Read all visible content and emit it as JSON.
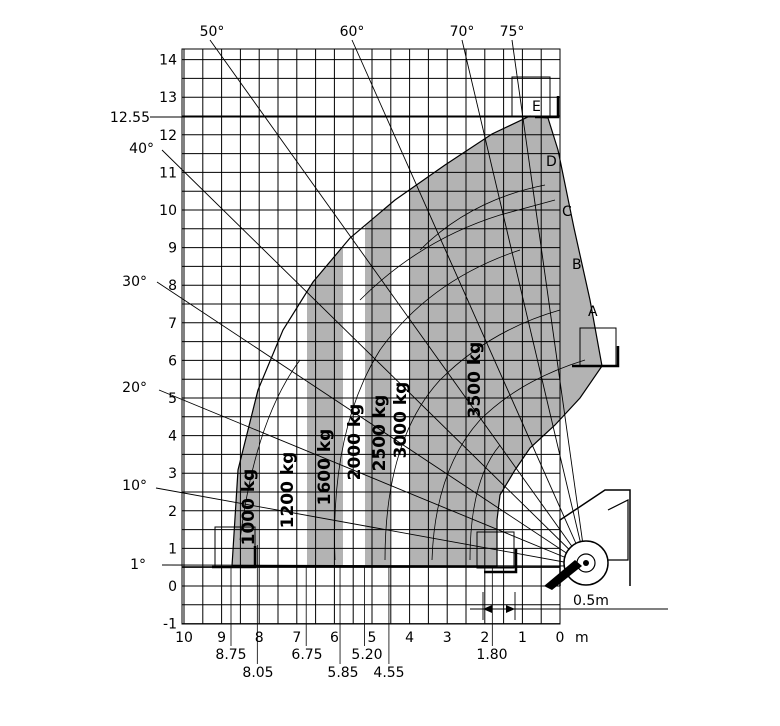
{
  "chart_data": {
    "type": "load-chart",
    "axes": {
      "x": {
        "range": [
          10,
          0
        ],
        "tick_labels": [
          "10",
          "9",
          "8",
          "7",
          "6",
          "5",
          "4",
          "3",
          "2",
          "1",
          "0"
        ],
        "unit": "m"
      },
      "y": {
        "range": [
          -1,
          14
        ],
        "tick_labels": [
          "-1",
          "0",
          "1",
          "2",
          "3",
          "4",
          "5",
          "6",
          "7",
          "8",
          "9",
          "10",
          "11",
          "12",
          "13",
          "14"
        ]
      }
    },
    "max_height_label": "12.55",
    "angles": [
      "1°",
      "10°",
      "20°",
      "30°",
      "40°",
      "50°",
      "60°",
      "70°",
      "75°"
    ],
    "extension_marks": [
      "A",
      "B",
      "C",
      "D",
      "E"
    ],
    "load_zones": [
      "1000 kg",
      "1200 kg",
      "1600 kg",
      "2000 kg",
      "2500 kg",
      "3000 kg",
      "3500 kg"
    ],
    "reach_labels": [
      "8.75",
      "8.05",
      "6.75",
      "5.85",
      "5.20",
      "4.55",
      "1.80"
    ],
    "offset_label": "0.5m",
    "colors": {
      "zone_fill": "#b3b3b3",
      "line": "#000000",
      "background": "#ffffff"
    }
  }
}
